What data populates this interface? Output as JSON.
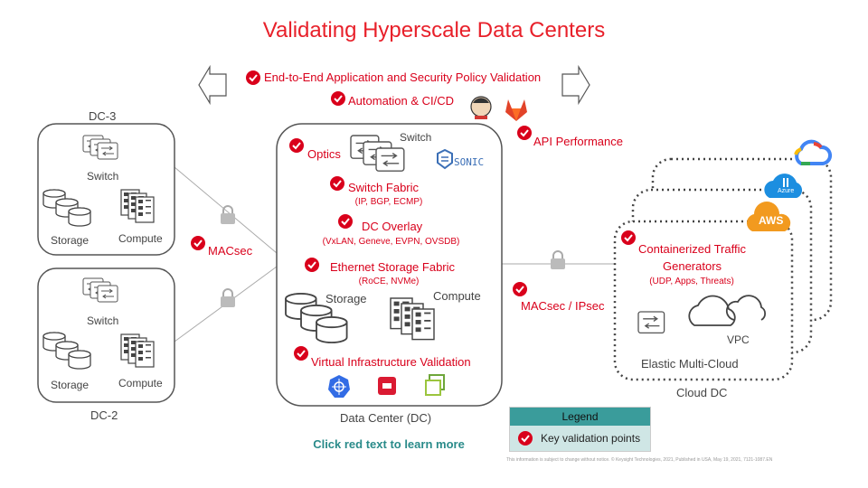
{
  "title": "Validating Hyperscale Data Centers",
  "top": {
    "policy_validation": "End-to-End Application and Security Policy Validation",
    "automation": "Automation & CI/CD",
    "api_performance": "API Performance"
  },
  "dc3": {
    "name": "DC-3",
    "switch": "Switch",
    "storage": "Storage",
    "compute": "Compute"
  },
  "dc2": {
    "name": "DC-2",
    "switch": "Switch",
    "storage": "Storage",
    "compute": "Compute"
  },
  "macsec_left": "MACsec",
  "center": {
    "name": "Data Center (DC)",
    "optics": "Optics",
    "switch": "Switch",
    "sonic": "SONIC",
    "switch_fabric": "Switch Fabric",
    "switch_fabric_sub": "(IP, BGP, ECMP)",
    "dc_overlay": "DC Overlay",
    "dc_overlay_sub": "(VxLAN, Geneve, EVPN, OVSDB)",
    "storage_fabric": "Ethernet Storage Fabric",
    "storage_fabric_sub": "(RoCE, NVMe)",
    "storage": "Storage",
    "compute": "Compute",
    "virtual_infra": "Virtual Infrastructure Validation"
  },
  "macsec_ipsec": "MACsec / IPsec",
  "cloud": {
    "name": "Cloud DC",
    "containerized_line1": "Containerized Traffic",
    "containerized_line2": "Generators",
    "containerized_sub": "(UDP, Apps, Threats)",
    "vpc": "VPC",
    "multi_cloud": "Elastic Multi-Cloud",
    "aws": "AWS",
    "azure": "Azure"
  },
  "legend": {
    "heading": "Legend",
    "item": "Key validation points"
  },
  "cta": "Click red text to learn more",
  "footnote": "This information is subject to change without notice. © Keysight Technologies, 2021, Published in USA, May 19, 2021, 7121-1087.EN",
  "colors": {
    "accent_red": "#d9001b",
    "teal": "#3a9c9b",
    "aws_orange": "#f29a1f",
    "azure_blue": "#1c8ee0"
  },
  "icons": [
    "check-icon",
    "arrow-left-icon",
    "arrow-right-icon",
    "lock-icon",
    "switch-icon",
    "storage-icon",
    "compute-icon",
    "cloud-icon",
    "jenkins-icon",
    "gitlab-icon",
    "sonic-icon",
    "kubernetes-icon",
    "openstack-icon",
    "vmware-icon",
    "google-cloud-icon",
    "azure-icon",
    "aws-icon"
  ]
}
